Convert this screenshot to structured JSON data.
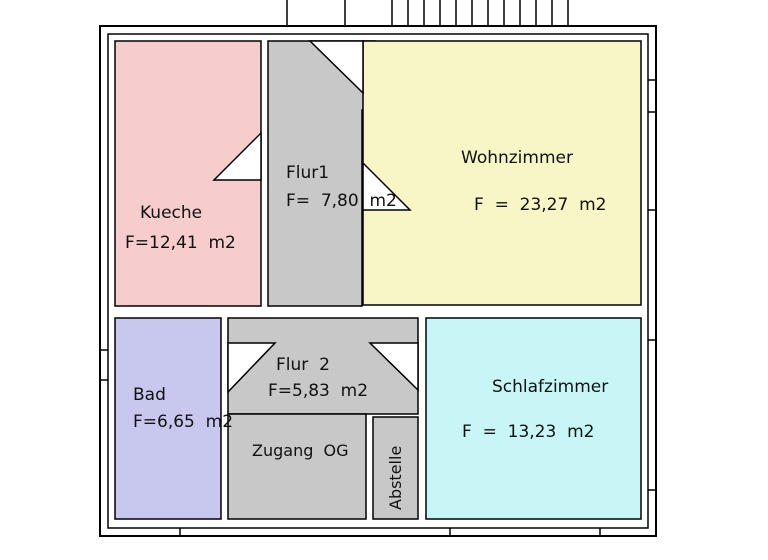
{
  "colors": {
    "kitchen": "#f6cccc",
    "hall": "#c8c8c8",
    "living": "#f8f5c6",
    "bath": "#c8c8ee",
    "bedroom": "#c8f6f6",
    "wall": "#000000"
  },
  "rooms": {
    "kueche": {
      "name": "Kueche",
      "area": "F=12,41  m2"
    },
    "flur1": {
      "name": "Flur1",
      "area": "F=  7,80  m2"
    },
    "wohnzimmer": {
      "name": "Wohnzimmer",
      "area": "F  =  23,27  m2"
    },
    "flur2": {
      "name": "Flur  2",
      "area": "F=5,83  m2"
    },
    "bad": {
      "name": "Bad",
      "area": "F=6,65  m2"
    },
    "schlafzimmer": {
      "name": "Schlafzimmer",
      "area": "F  =  13,23  m2"
    },
    "zugang": {
      "name": "Zugang  OG"
    },
    "abstelle": {
      "name": "Abstelle"
    }
  }
}
